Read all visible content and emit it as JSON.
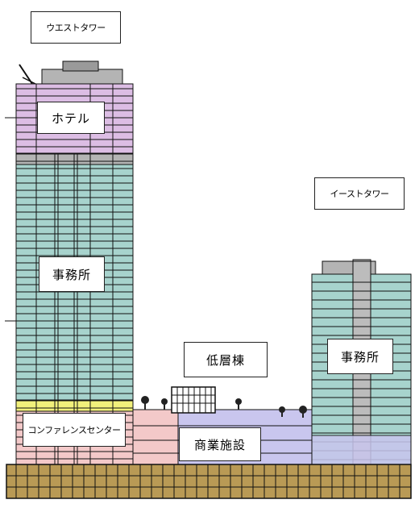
{
  "labels": {
    "west_tower": "ウエストタワー",
    "east_tower": "イーストタワー",
    "hotel": "ホテル",
    "office_west": "事務所",
    "office_east": "事務所",
    "low_rise": "低層棟",
    "conference": "コンファレンスセンター",
    "commercial": "商業施設"
  },
  "colors": {
    "office": "#a7d3cd",
    "hotel": "#dcbde4",
    "conference_band": "#f1f07b",
    "conference": "#f3c9c9",
    "commercial": "#c9c6ee",
    "basement": "#b99a55",
    "machine": "#b4b4b4",
    "line": "#111111"
  }
}
